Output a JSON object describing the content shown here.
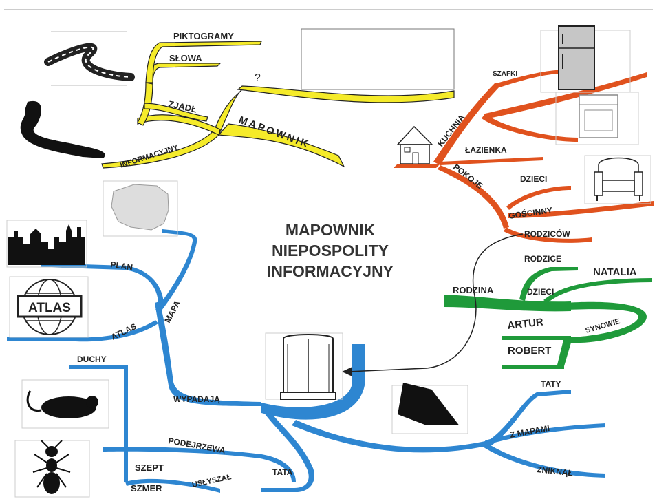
{
  "center": {
    "line1": "MAPOWNIK",
    "line2": "NIEPOSPOLITY",
    "line3": "INFORMACYJNY"
  },
  "branches": {
    "yellow": {
      "color": "#f5eb2a",
      "labels": {
        "piktogramy": "PIKTOGRAMY",
        "slowa": "SŁOWA",
        "zjadl": "ZJADŁ",
        "question": "?",
        "mapownik": "MAPOWNIK",
        "informacyjny": "INFORMACYJNY"
      }
    },
    "red": {
      "color": "#e0521e",
      "labels": {
        "szafki": "SZAFKI",
        "kuchnia": "KUCHNIA",
        "lazienka": "ŁAZIENKA",
        "pokoje": "POKOJE",
        "dzieci": "DZIECI",
        "goscinny": "GOŚCINNY",
        "rodzicow": "RODZICÓW"
      }
    },
    "green": {
      "color": "#1f9a3a",
      "labels": {
        "rodzina": "RODZINA",
        "rodzice": "RODZICE",
        "dzieci": "DZIECI",
        "natalia": "NATALIA",
        "artur": "ARTUR",
        "synowie": "SYNOWIE",
        "robert": "ROBERT"
      }
    },
    "blue": {
      "color": "#2e86d1",
      "labels": {
        "plan": "PLAN",
        "mapa": "MAPA",
        "atlas": "ATLAS",
        "duchy": "DUCHY",
        "wypadaja": "WYPADAJĄ",
        "podejrzewa": "PODEJRZEWA",
        "szept": "SZEPT",
        "uslyszal": "USŁYSZAŁ",
        "szmer": "SZMER",
        "tata": "TATA",
        "taty": "TATY",
        "z_mapami": "Z MAPAMI",
        "zniknal": "ZNIKNĄŁ"
      }
    }
  },
  "images": {
    "atlas_badge": "ATLAS"
  },
  "icons": [
    "road-icon",
    "winding-road-icon",
    "poland-map-icon",
    "city-skyline-icon",
    "atlas-globe-icon",
    "mouse-icon",
    "ant-icon",
    "wardrobe-icon",
    "folder-icon",
    "house-icon",
    "fridge-icon",
    "stove-icon",
    "armchair-icon"
  ]
}
